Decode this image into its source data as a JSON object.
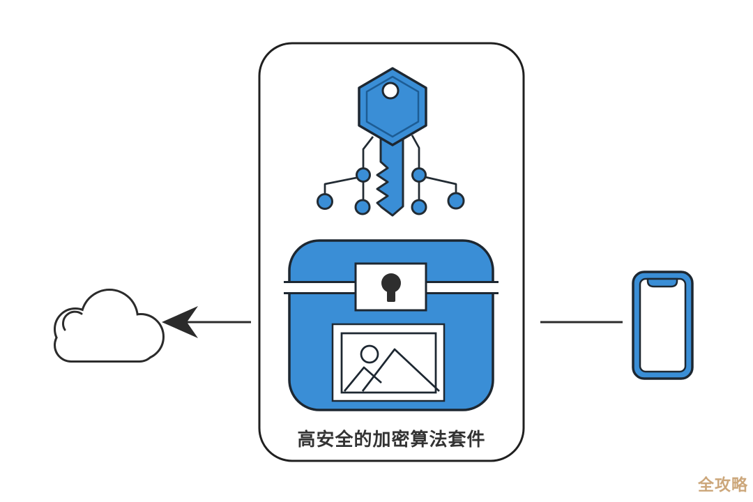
{
  "diagram": {
    "caption": "高安全的加密算法套件",
    "flow": {
      "source": "smartphone",
      "processor": "encryption-suite-box",
      "destination": "cloud",
      "arrow_direction": "left"
    },
    "icons": [
      "encryption-key-icon",
      "key-circuit-nodes",
      "locked-box-icon",
      "keyhole-icon",
      "image-placeholder-icon",
      "cloud-icon",
      "smartphone-icon",
      "left-arrowhead-icon"
    ]
  },
  "watermark": {
    "text": "全攻略",
    "color": "#c8a070"
  },
  "colors": {
    "accent_blue": "#3a8ed6",
    "outline_dark": "#1d2731",
    "line_dark": "#2b2b2b",
    "inner_hexagon_blue": "#1d5c94",
    "keyhole_black": "#2e2e2e",
    "caption_text": "#333333",
    "background": "#ffffff"
  }
}
